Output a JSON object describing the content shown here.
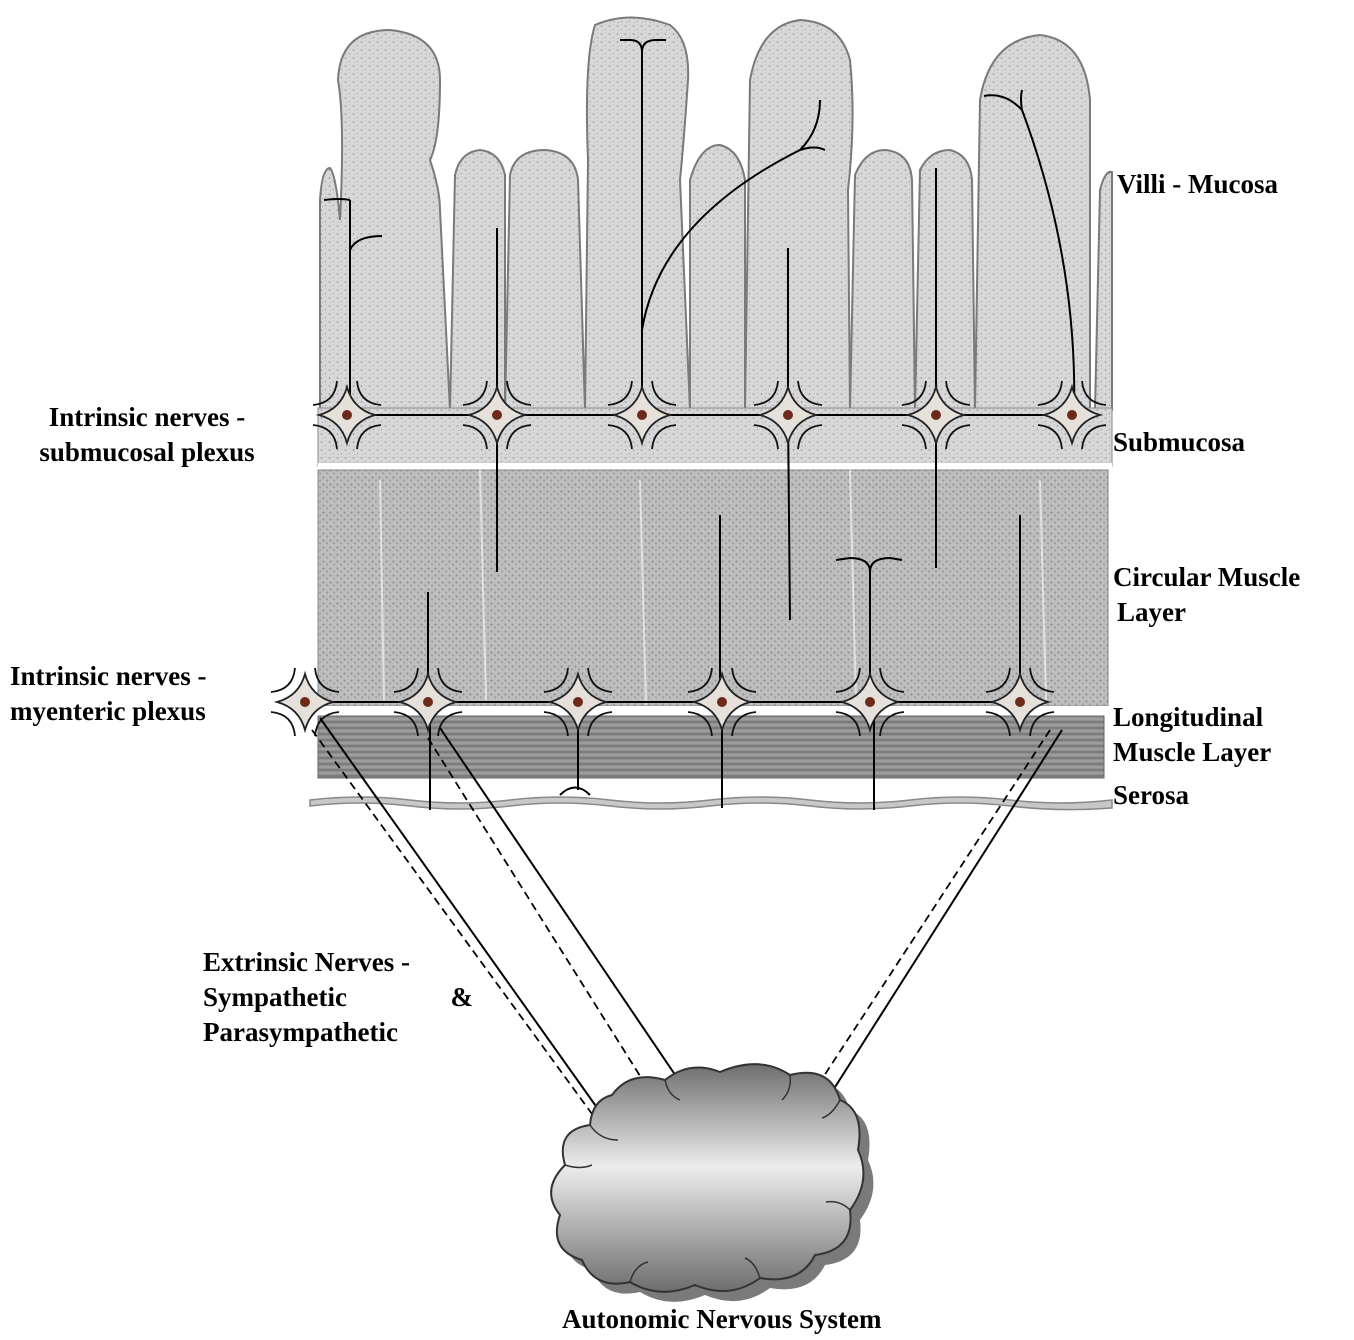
{
  "labels": {
    "villi_mucosa": "Villi - Mucosa",
    "submucosa": "Submucosa",
    "circular_line1": "Circular Muscle",
    "circular_line2": "Layer",
    "longitudinal_line1": "Longitudinal",
    "longitudinal_line2": "Muscle Layer",
    "serosa": "Serosa",
    "submucosal_line1": "Intrinsic nerves -",
    "submucosal_line2": "submucosal plexus",
    "myenteric_line1": "Intrinsic nerves -",
    "myenteric_line2": "myenteric plexus",
    "extrinsic_line1": "Extrinsic Nerves -",
    "extrinsic_line2a": "Sympathetic",
    "extrinsic_line2b": "&",
    "extrinsic_line3": "Parasympathetic",
    "ans": "Autonomic Nervous System"
  },
  "colors": {
    "tissue_fill": "#dcdcdc",
    "muscle_fill": "#b8b8b8",
    "longitudinal_fill": "#8f8f8f",
    "neuron_fill": "#e6e0da",
    "neuron_nucleus": "#6b2a1a",
    "nerve_line": "#000000"
  }
}
